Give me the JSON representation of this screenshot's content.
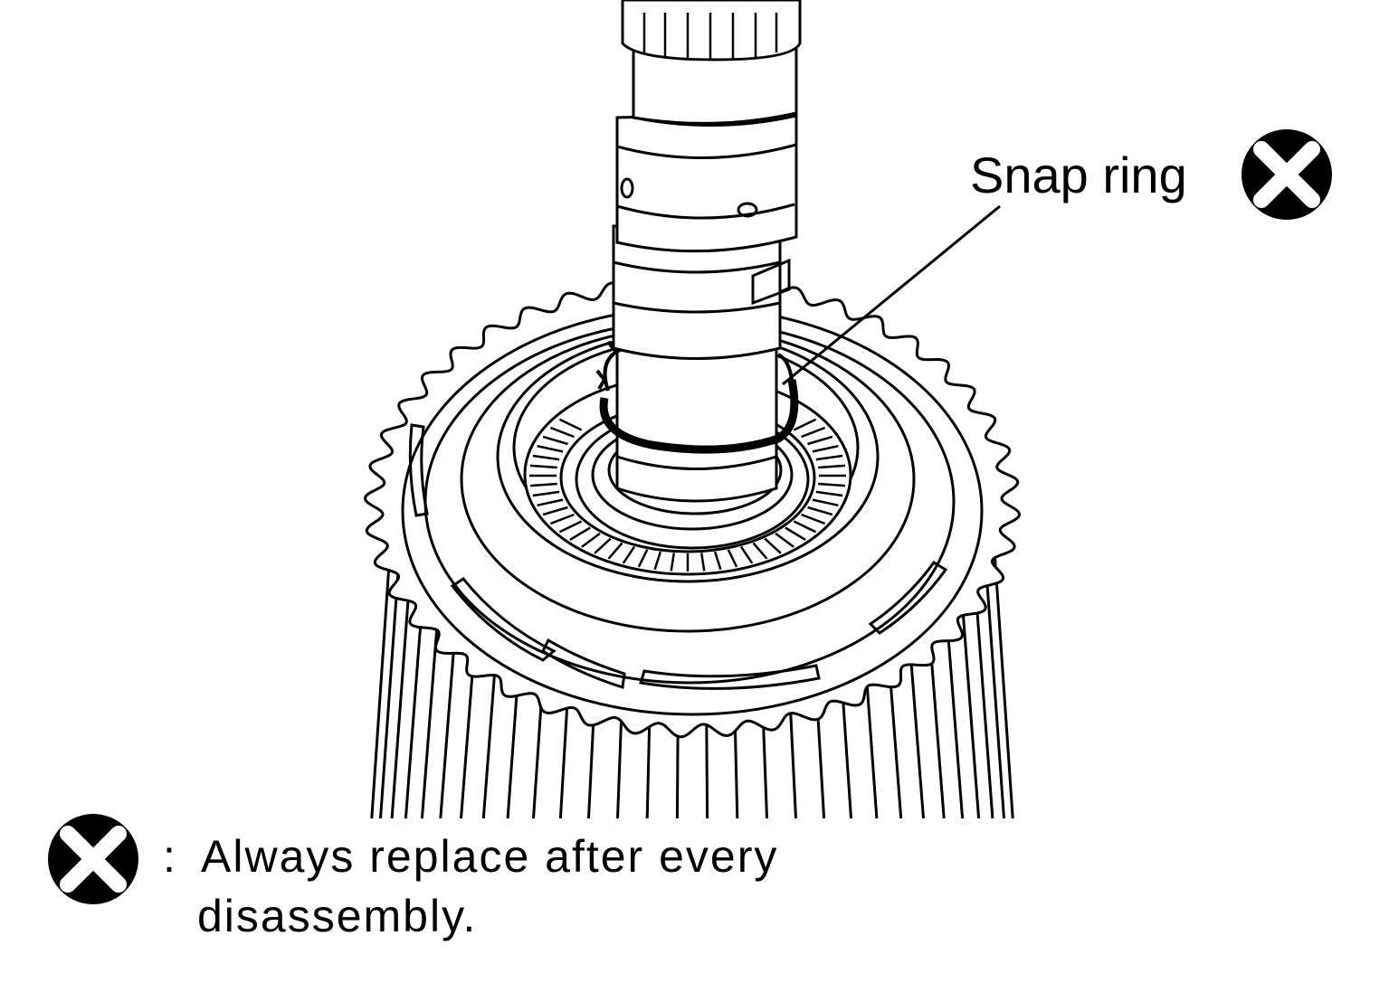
{
  "callout": {
    "snap_ring_label": "Snap ring"
  },
  "legend": {
    "separator": ":",
    "line1": "Always replace after every",
    "line2": "disassembly."
  },
  "icons": {
    "replace_symbol": "circle-x-icon"
  },
  "colors": {
    "ink": "#000000",
    "paper": "#ffffff"
  }
}
